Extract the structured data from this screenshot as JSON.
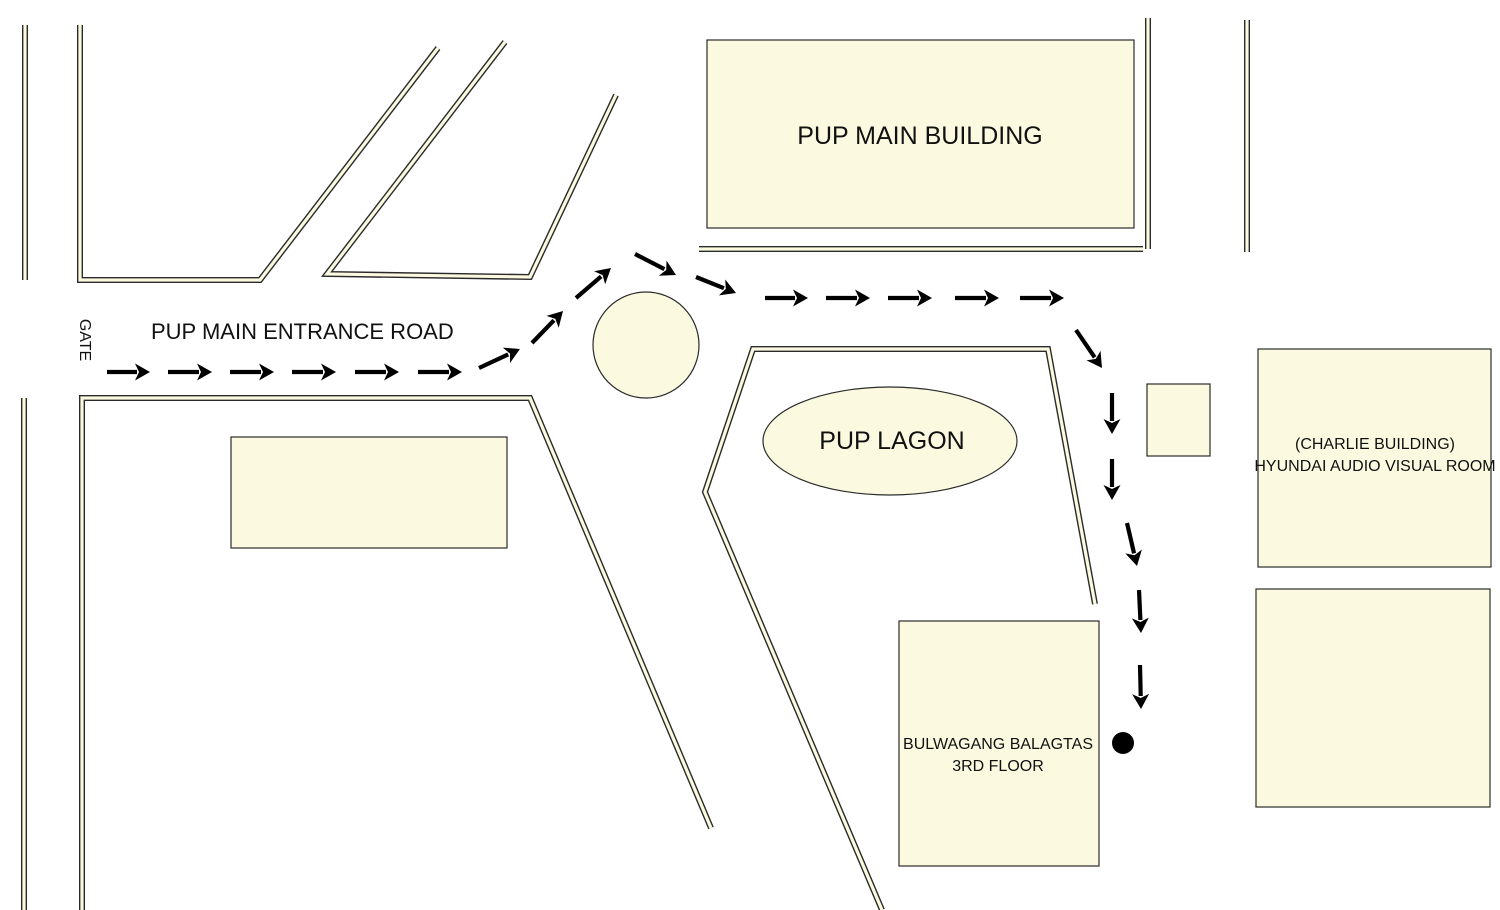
{
  "colors": {
    "building_fill": "#fbfae0",
    "outline": "#2b2b2b",
    "road_fill": "#fbfae0",
    "arrow": "#000000",
    "destination_marker": "#000000"
  },
  "labels": {
    "gate": "GATE",
    "entrance_road": "PUP MAIN ENTRANCE ROAD",
    "main_building": "PUP MAIN BUILDING",
    "lagoon": "PUP LAGON",
    "charlie_line1": "(CHARLIE BUILDING)",
    "charlie_line2": "HYUNDAI AUDIO VISUAL ROOM",
    "balagtas_line1": "BULWAGANG BALAGTAS",
    "balagtas_line2": "3RD FLOOR"
  },
  "route": {
    "arrow_icon": "arrow-icon",
    "destination_icon": "destination-dot-icon"
  }
}
